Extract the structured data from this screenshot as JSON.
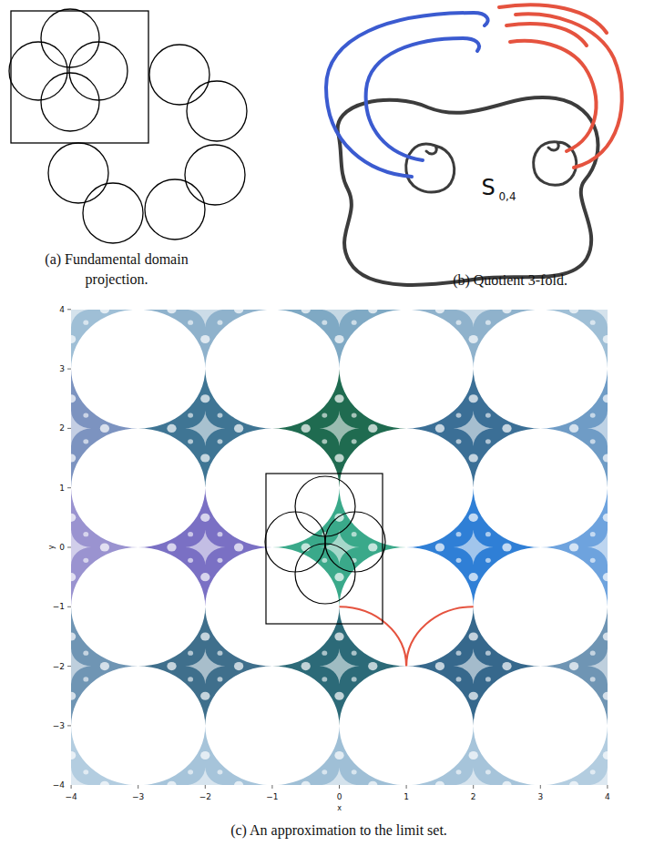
{
  "diagram": {
    "labels": [
      "(a) Fundamental domain projection.",
      "(b) Quotient 3-fold.",
      "S",
      "0,4",
      "−4",
      "−3",
      "−2",
      "−1",
      "0",
      "1",
      "2",
      "3",
      "4",
      "4",
      "3",
      "2",
      "1",
      "0",
      "−1",
      "−2",
      "−3",
      "−4",
      "x",
      "y",
      "(c) An approximation to the limit set."
    ]
  }
}
